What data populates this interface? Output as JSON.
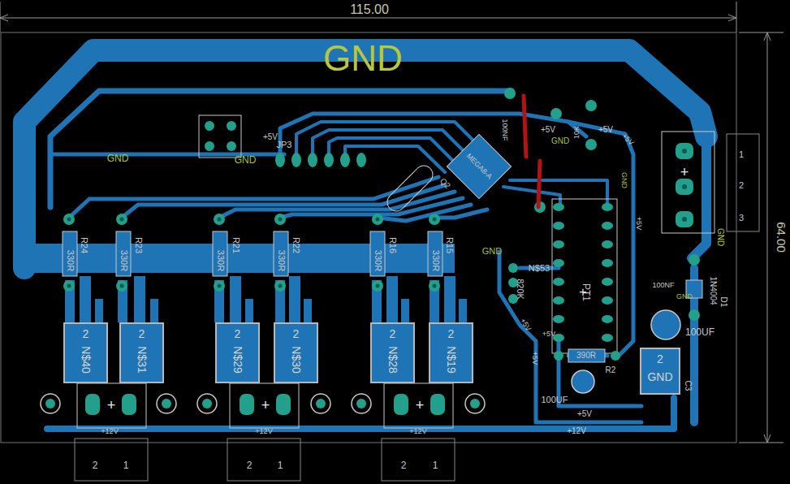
{
  "diagram": {
    "nodes": [
      {
        "text": [
          "2",
          "N$40"
        ]
      },
      {
        "text": [
          "2",
          "N$31"
        ]
      },
      {
        "text": [
          "2",
          "N$29"
        ]
      },
      {
        "text": [
          "2",
          "N$30"
        ]
      },
      {
        "text": [
          "2",
          "N$28"
        ]
      },
      {
        "text": [
          "2",
          "N$19"
        ]
      },
      {
        "text": [
          "2",
          "GND"
        ]
      }
    ],
    "labels": [
      "115.00",
      "64.00",
      "GND",
      "GND",
      "+5V",
      "GND",
      "JP3",
      "100NF",
      "+5V",
      "GND",
      "10K",
      "+5V",
      "MEGA8-A",
      "Q2",
      "+5V",
      "GND",
      "+5V",
      "1",
      "2",
      "3",
      "GND",
      "1N4004",
      "D1",
      "100NF",
      "GND",
      "100UF",
      "C3",
      "R24",
      "330R",
      "R23",
      "330R",
      "R21",
      "330R",
      "R22",
      "330R",
      "R16",
      "330R",
      "R15",
      "330R",
      "GND",
      "N$53",
      "820K",
      "PT1",
      "+5V",
      "+5V",
      "390R",
      "R2",
      "+5V",
      "100UF",
      "+5V",
      "+12V",
      "+12V",
      "+12V",
      "+12V",
      "2",
      "1",
      "2",
      "1",
      "2",
      "1",
      "+",
      "+",
      "+",
      "+",
      "+"
    ]
  }
}
